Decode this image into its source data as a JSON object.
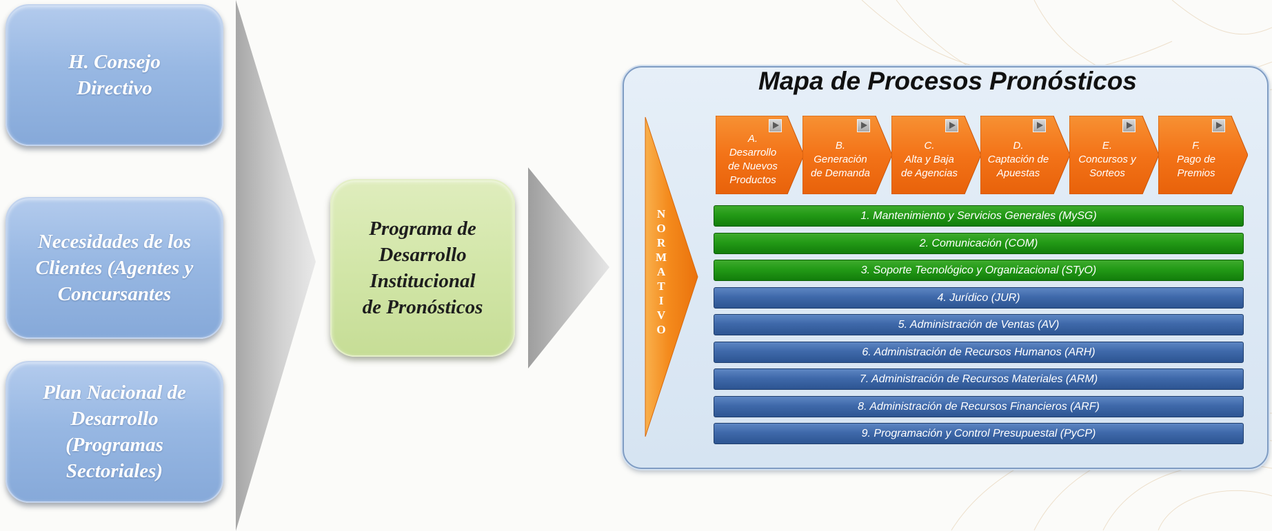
{
  "left_boxes": [
    {
      "text": "H. Consejo\nDirectivo"
    },
    {
      "text": "Necesidades de los\nClientes (Agentes y\nConcursantes"
    },
    {
      "text": "Plan Nacional de\nDesarrollo\n(Programas\nSectoriales)"
    }
  ],
  "center_box": {
    "text": "Programa de\nDesarrollo\nInstitucional\nde Pronósticos"
  },
  "process_map": {
    "title": "Mapa de Procesos Pronósticos",
    "normativo_letters": [
      "N",
      "O",
      "R",
      "M",
      "A",
      "T",
      "I",
      "V",
      "O"
    ],
    "core_processes": [
      {
        "label": "A.\nDesarrollo\nde Nuevos\nProductos"
      },
      {
        "label": "B.\nGeneración\nde Demanda"
      },
      {
        "label": "C.\nAlta y Baja\nde Agencias"
      },
      {
        "label": "D.\nCaptación de\nApuestas"
      },
      {
        "label": "E.\nConcursos y\nSorteos"
      },
      {
        "label": "F.\nPago de\nPremios"
      }
    ],
    "support_processes": [
      {
        "label": "1. Mantenimiento y Servicios Generales (MySG)",
        "color": "green"
      },
      {
        "label": "2. Comunicación (COM)",
        "color": "green"
      },
      {
        "label": "3. Soporte Tecnológico y Organizacional (STyO)",
        "color": "green"
      },
      {
        "label": "4. Jurídico (JUR)",
        "color": "blue"
      },
      {
        "label": "5. Administración de Ventas (AV)",
        "color": "blue"
      },
      {
        "label": "6. Administración de Recursos Humanos (ARH)",
        "color": "blue"
      },
      {
        "label": "7. Administración de Recursos Materiales (ARM)",
        "color": "blue"
      },
      {
        "label": "8. Administración de Recursos Financieros (ARF)",
        "color": "blue"
      },
      {
        "label": "9. Programación y Control Presupuestal (PyCP)",
        "color": "blue"
      }
    ]
  },
  "colors": {
    "left_box": "#98b8e3",
    "center_box": "#d2e6a8",
    "process_orange": "#f47a1a",
    "support_green": "#239a16",
    "support_blue": "#3f69aa",
    "arrow_gray": "#b9b9b9"
  }
}
